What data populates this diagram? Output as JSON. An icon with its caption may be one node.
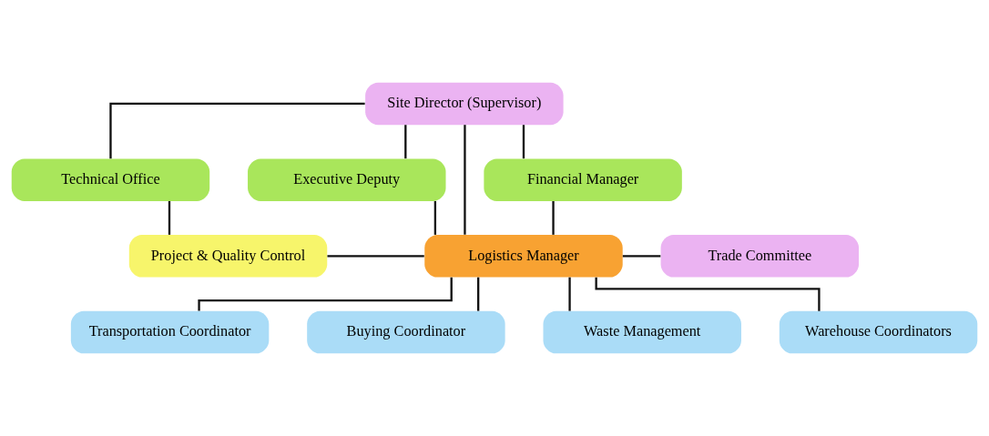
{
  "diagram": {
    "nodes": [
      {
        "text": [
          "Site Director (Supervisor)"
        ]
      },
      {
        "text": [
          "Technical Office"
        ]
      },
      {
        "text": [
          "Executive Deputy"
        ]
      },
      {
        "text": [
          "Financial Manager"
        ]
      },
      {
        "text": [
          "Project & Quality Control"
        ]
      },
      {
        "text": [
          "Logistics Manager"
        ]
      },
      {
        "text": [
          "Trade Committee"
        ]
      },
      {
        "text": [
          "Transportation Coordinator"
        ]
      },
      {
        "text": [
          "Buying Coordinator"
        ]
      },
      {
        "text": [
          "Waste Management"
        ]
      },
      {
        "text": [
          "Warehouse Coordinators"
        ]
      }
    ],
    "edges": [
      {
        "from": 0,
        "to": 1,
        "arrow": "none"
      },
      {
        "from": 0,
        "to": 2,
        "arrow": "none"
      },
      {
        "from": 0,
        "to": 3,
        "arrow": "none"
      },
      {
        "from": 0,
        "to": 5,
        "arrow": "none"
      },
      {
        "from": 1,
        "to": 4,
        "arrow": "none"
      },
      {
        "from": 2,
        "to": 5,
        "arrow": "none"
      },
      {
        "from": 3,
        "to": 5,
        "arrow": "none"
      },
      {
        "from": 4,
        "to": 5,
        "arrow": "none"
      },
      {
        "from": 5,
        "to": 6,
        "arrow": "none"
      },
      {
        "from": 5,
        "to": 7,
        "arrow": "none"
      },
      {
        "from": 5,
        "to": 8,
        "arrow": "none"
      },
      {
        "from": 5,
        "to": 9,
        "arrow": "none"
      },
      {
        "from": 5,
        "to": 10,
        "arrow": "none"
      }
    ]
  }
}
